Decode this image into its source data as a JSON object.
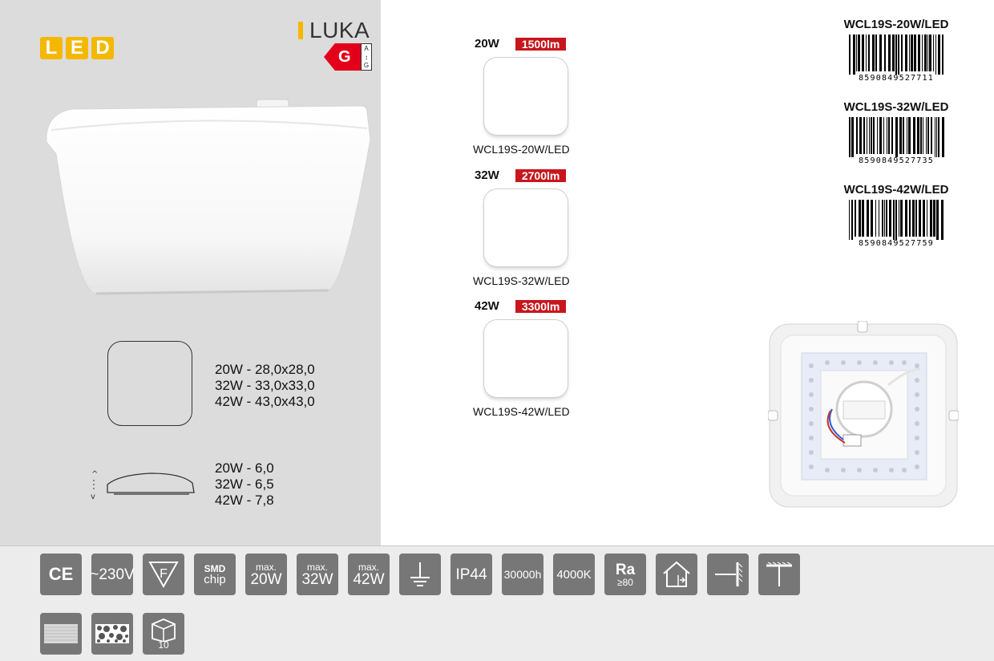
{
  "brand": {
    "led_letters": [
      "L",
      "E",
      "D"
    ],
    "name": "LUKA",
    "energy_class": "G",
    "energy_scale_top": "A",
    "energy_scale_bottom": "G",
    "accent_color": "#f5b800",
    "energy_color": "#e3001b"
  },
  "dimensions": {
    "top": [
      "20W - 28,0x28,0",
      "32W - 33,0x33,0",
      "42W - 43,0x43,0"
    ],
    "height": [
      "20W - 6,0",
      "32W - 6,5",
      "42W - 7,8"
    ]
  },
  "variants": [
    {
      "power": "20W",
      "lumen": "1500lm",
      "code": "WCL19S-20W/LED"
    },
    {
      "power": "32W",
      "lumen": "2700lm",
      "code": "WCL19S-32W/LED"
    },
    {
      "power": "42W",
      "lumen": "3300lm",
      "code": "WCL19S-42W/LED"
    }
  ],
  "barcodes": [
    {
      "code": "WCL19S-20W/LED",
      "ean": "8590849527711"
    },
    {
      "code": "WCL19S-32W/LED",
      "ean": "8590849527735"
    },
    {
      "code": "WCL19S-42W/LED",
      "ean": "8590849527759"
    }
  ],
  "icons": {
    "ce": "CE",
    "voltage": "~230V",
    "f_mark": "F",
    "smd_top": "SMD",
    "smd_bottom": "chip",
    "max_label": "max.",
    "max_20": "20W",
    "max_32": "32W",
    "max_42": "42W",
    "ip": "IP44",
    "hours": "30000h",
    "kelvin": "4000K",
    "ra": "Ra",
    "ra_value": "≥80",
    "box_count": "10"
  }
}
